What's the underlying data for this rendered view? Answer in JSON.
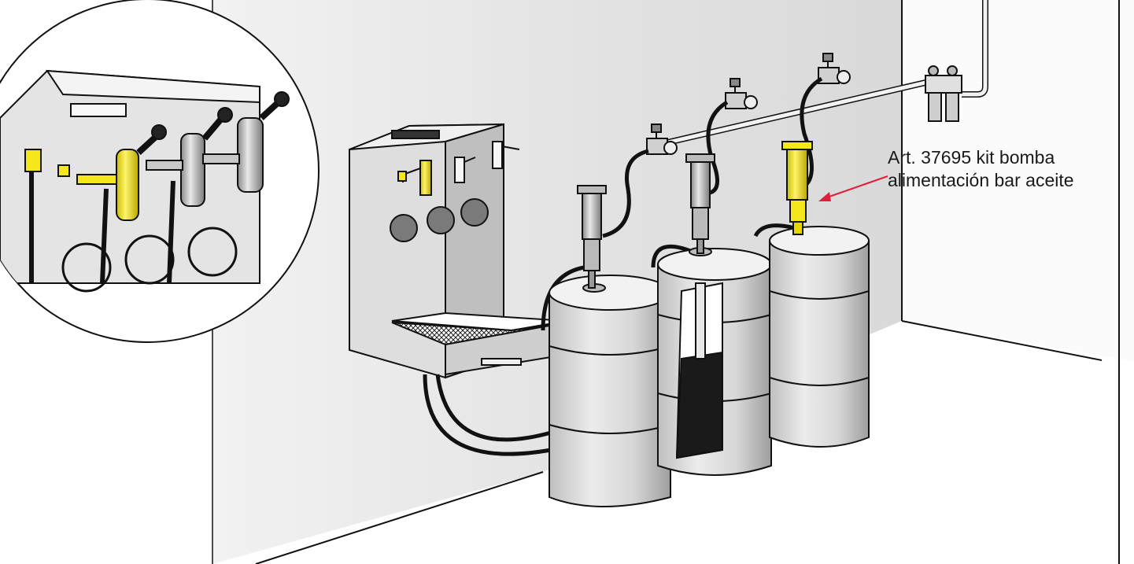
{
  "callout": {
    "line1": "Art. 37695  kit bomba",
    "line2": "alimentación bar aceite",
    "arrow_color": "#e0203a"
  },
  "colors": {
    "highlight_yellow": "#f4e81c",
    "wall": "#e6e6e6",
    "drum": "#d4d4d4",
    "outline": "#111111"
  },
  "components": {
    "drums": [
      "drum-left",
      "drum-middle-cutaway",
      "drum-right"
    ],
    "pumps": [
      "pump-left",
      "pump-middle",
      "pump-right-highlighted"
    ],
    "regulators": [
      "regulator-1",
      "regulator-2",
      "regulator-3"
    ],
    "dispenser_taps": [
      "tap-yellow",
      "tap-2",
      "tap-3"
    ],
    "inset": "dispenser-detail-circle"
  }
}
